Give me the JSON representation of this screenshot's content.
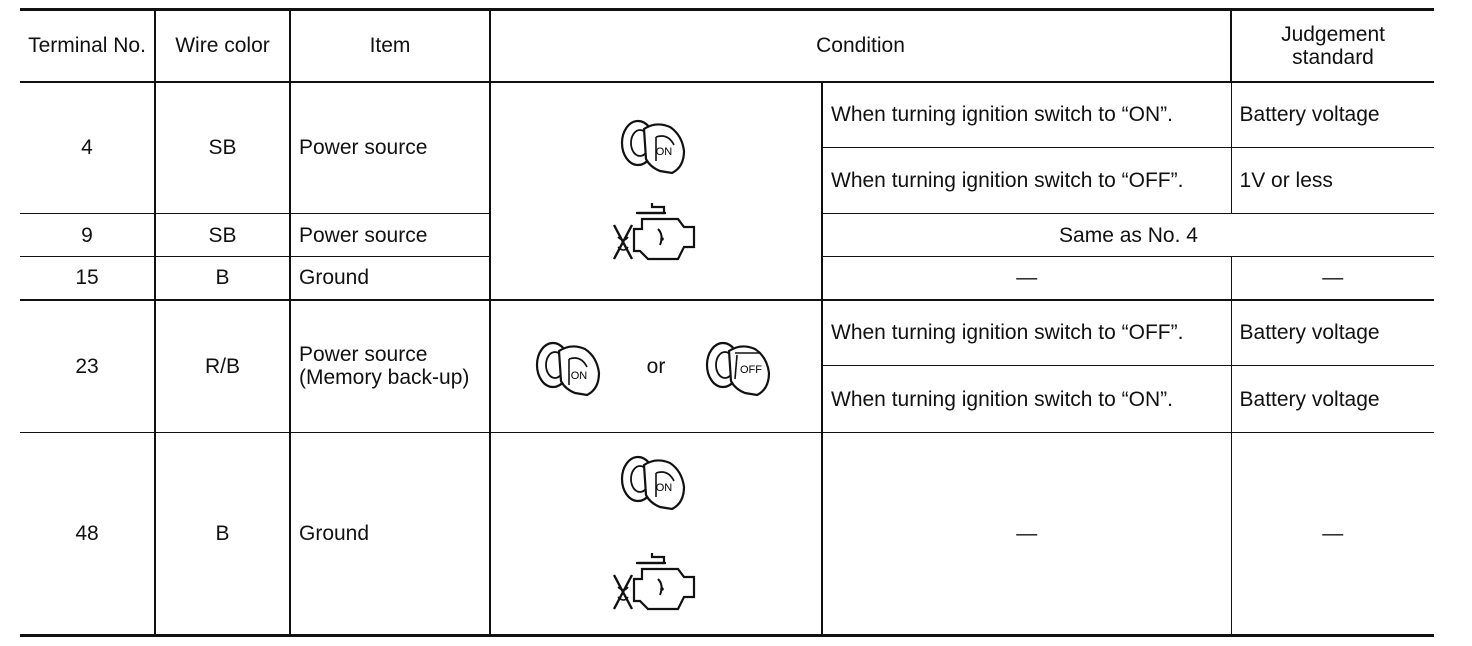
{
  "headers": {
    "terminal": "Terminal No.",
    "wire": "Wire color",
    "item": "Item",
    "condition": "Condition",
    "judgement": "Judgement standard"
  },
  "rows": [
    {
      "terminal": "4",
      "wire": "SB",
      "item": "Power source",
      "conditions": [
        {
          "text": "When turning ignition switch to “ON”.",
          "judgement": "Battery voltage"
        },
        {
          "text": "When turning ignition switch to “OFF”.",
          "judgement": "1V or less"
        }
      ]
    },
    {
      "terminal": "9",
      "wire": "SB",
      "item": "Power source",
      "condition": "Same as No. 4"
    },
    {
      "terminal": "15",
      "wire": "B",
      "item": "Ground",
      "condition": "—",
      "judgement": "—"
    },
    {
      "terminal": "23",
      "wire": "R/B",
      "item": "Power source (Memory back-up)",
      "conditions": [
        {
          "text": "When turning ignition switch to “OFF”.",
          "judgement": "Battery voltage"
        },
        {
          "text": "When turning ignition switch to “ON”.",
          "judgement": "Battery voltage"
        }
      ]
    },
    {
      "terminal": "48",
      "wire": "B",
      "item": "Ground",
      "condition": "—",
      "judgement": "—"
    }
  ],
  "icons": {
    "key_on_label": "ON",
    "key_off_label": "OFF",
    "or_text": "or"
  }
}
